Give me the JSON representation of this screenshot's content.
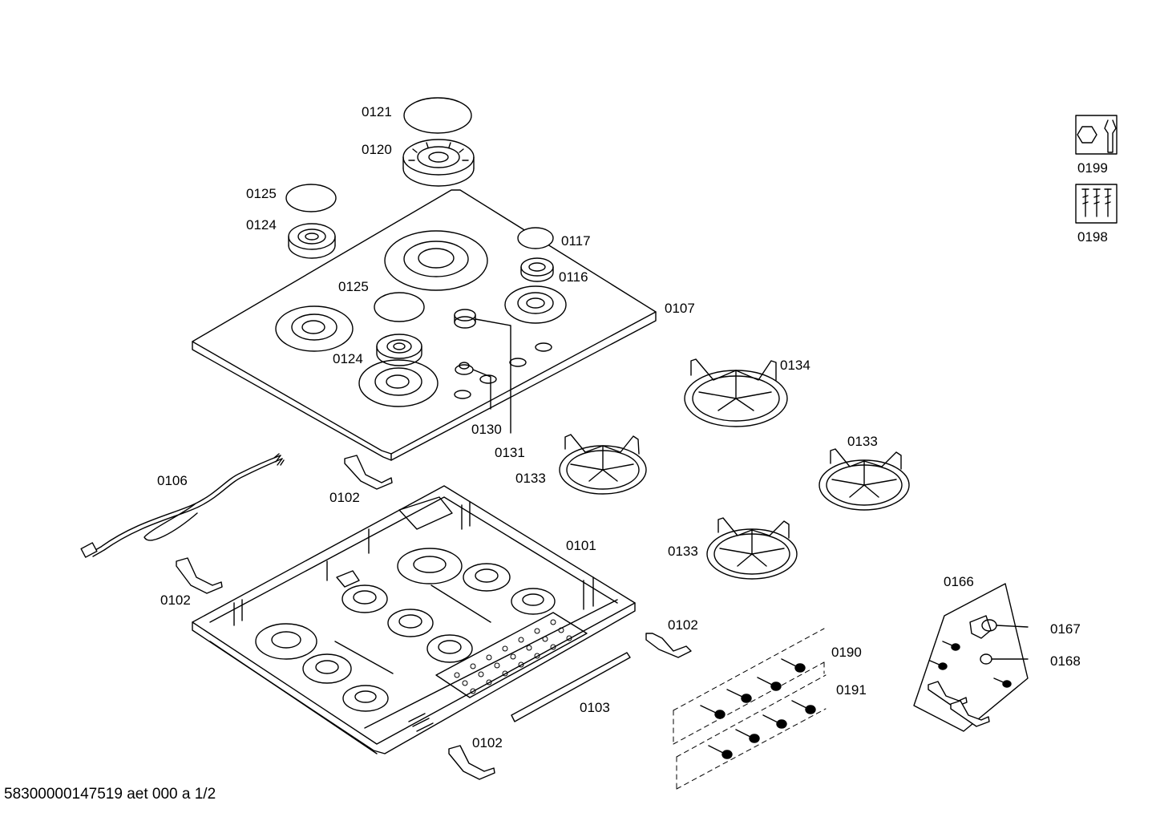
{
  "labels": {
    "p0121": "0121",
    "p0120": "0120",
    "p0125a": "0125",
    "p0124a": "0124",
    "p0117": "0117",
    "p0116": "0116",
    "p0125b": "0125",
    "p0107": "0107",
    "p0124b": "0124",
    "p0134": "0134",
    "p0130": "0130",
    "p0131": "0131",
    "p0133a": "0133",
    "p0133b": "0133",
    "p0133c": "0133",
    "p0106": "0106",
    "p0102a": "0102",
    "p0101": "0101",
    "p0102b": "0102",
    "p0102c": "0102",
    "p0102d": "0102",
    "p0103": "0103",
    "p0166": "0166",
    "p0167": "0167",
    "p0168": "0168",
    "p0190": "0190",
    "p0191": "0191",
    "p0199": "0199",
    "p0198": "0198"
  },
  "document_id": "58300000147519 aet 000 a 1/2",
  "icons": {
    "service_tool": "wrench-nut-icon",
    "screw_set": "screws-icon"
  },
  "colors": {
    "line": "#000000",
    "background": "#ffffff"
  }
}
